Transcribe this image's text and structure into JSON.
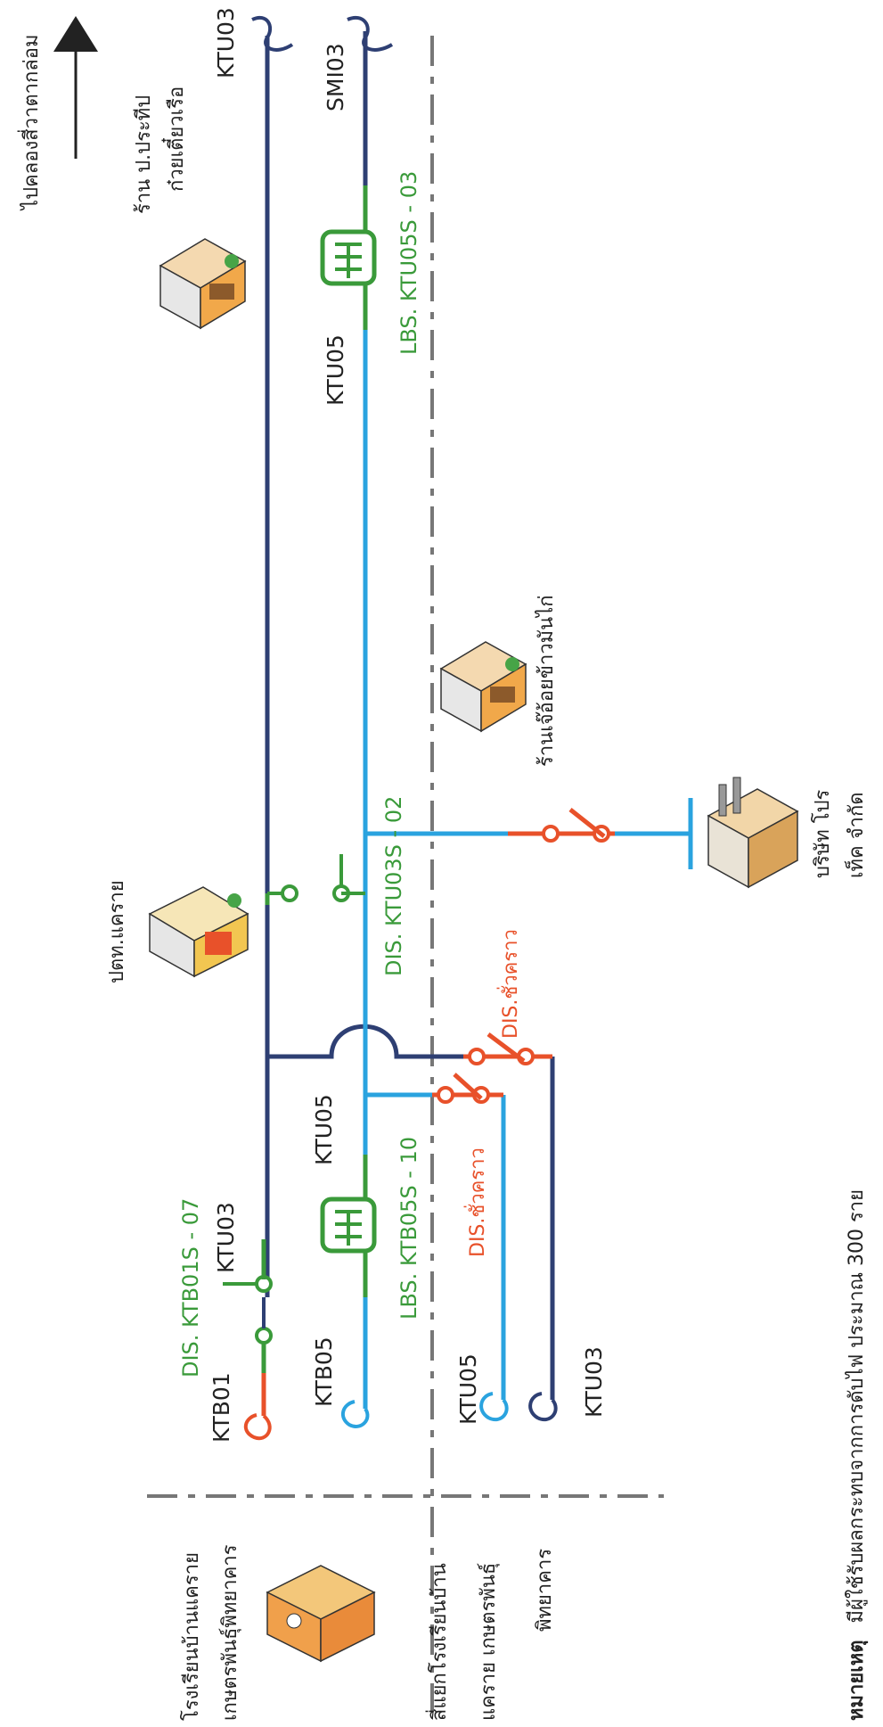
{
  "colors": {
    "dark_line": "#2e3f73",
    "light_line": "#2aa3df",
    "green": "#3a9a3a",
    "red": "#e8512a",
    "text": "#222222",
    "dash": "#777777"
  },
  "labels": {
    "north_direction": "ไปคลองสี่วาตากล่อม",
    "shop_top": "ร้าน ป.ประทีป",
    "shop_top_2": "ก๋วยเตี๋ยวเรือ",
    "ktu03_top": "KTU03",
    "smi03": "SMI03",
    "ktu05_upper": "KTU05",
    "lbs_03": "LBS. KTU05S - 03",
    "shop_mid": "ร้านเจ๊อ้อยข้าวมันไก่",
    "company": "บริษัท โปร",
    "company_2": "เท็ค จำกัด",
    "dis_02": "DIS. KTU03S - 02",
    "post_office": "ปตท.แคราย",
    "dis_temp_right": "DIS.ชั่วคราว",
    "ktu05_mid": "KTU05",
    "ktu03_mid": "KTU03",
    "dis_07": "DIS. KTB01S - 07",
    "lbs_10": "LBS. KTB05S - 10",
    "dis_temp_left": "DIS.ชั่วคราว",
    "ktb01": "KTB01",
    "ktb05": "KTB05",
    "ktu05_bottom": "KTU05",
    "ktu03_bottom": "KTU03",
    "school": "โรงเรียนบ้านแคราย",
    "school_2": "เกษตรพันธุ์พิทยาคาร",
    "intersection": "สี่แยกโรงเรียนบ้าน",
    "intersection_2": "แคราย เกษตรพันธุ์",
    "intersection_3": "พิทยาคาร",
    "note_bold": "หมายเหตุ",
    "note_text": "มีผู้ใช้รับผลกระทบจากการดับไฟ ประมาณ 300 ราย"
  },
  "icons": {
    "north_arrow": "north-arrow-icon",
    "building": "shop-building-icon",
    "factory": "factory-icon",
    "school": "school-icon",
    "gas_station": "gas-station-icon"
  }
}
